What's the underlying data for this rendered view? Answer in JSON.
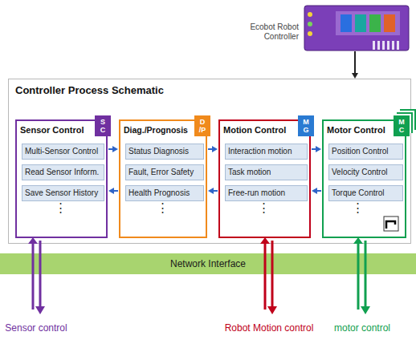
{
  "diagram": {
    "nodes": [
      {
        "text": [
          "Ecobot Robot Controller"
        ]
      },
      {
        "text": [
          "Controller Process Schematic"
        ]
      },
      {
        "text": [
          "Sensor Control"
        ],
        "in": 1
      },
      {
        "text": [
          "S C"
        ],
        "in": 2
      },
      {
        "text": [
          "Multi-Sensor Control"
        ],
        "in": 2
      },
      {
        "text": [
          "Read Sensor Inform."
        ],
        "in": 2
      },
      {
        "text": [
          "Save Sensor History"
        ],
        "in": 2
      },
      {
        "text": [
          "Diag./Prognosis"
        ],
        "in": 1
      },
      {
        "text": [
          "D /P"
        ],
        "in": 7
      },
      {
        "text": [
          "Status Diagnosis"
        ],
        "in": 7
      },
      {
        "text": [
          "Fault, Error Safety"
        ],
        "in": 7
      },
      {
        "text": [
          "Health Prognosis"
        ],
        "in": 7
      },
      {
        "text": [
          "Motion Control"
        ],
        "in": 1
      },
      {
        "text": [
          "M G"
        ],
        "in": 12
      },
      {
        "text": [
          "Interaction motion"
        ],
        "in": 12
      },
      {
        "text": [
          "Task motion"
        ],
        "in": 12
      },
      {
        "text": [
          "Free-run motion"
        ],
        "in": 12
      },
      {
        "text": [
          "Motor Control"
        ],
        "in": 1
      },
      {
        "text": [
          "M C"
        ],
        "in": 17
      },
      {
        "text": [
          "Position Control"
        ],
        "in": 17
      },
      {
        "text": [
          "Velocity Control"
        ],
        "in": 17
      },
      {
        "text": [
          "Torque Control"
        ],
        "in": 17
      },
      {
        "text": [
          "Network Interface"
        ]
      }
    ],
    "edges": [
      {
        "from": 0,
        "to": 1,
        "arrow": "to"
      },
      {
        "from": 2,
        "to": 7,
        "arrow": "to"
      },
      {
        "from": 7,
        "to": 2,
        "arrow": "to"
      },
      {
        "from": 7,
        "to": 12,
        "arrow": "to"
      },
      {
        "from": 12,
        "to": 7,
        "arrow": "to"
      },
      {
        "from": 12,
        "to": 17,
        "arrow": "to"
      },
      {
        "from": 17,
        "to": 12,
        "arrow": "to"
      }
    ],
    "labels": [
      "⋮",
      "⋮",
      "⋮",
      "⋮",
      "Sensor control",
      "Robot Motion control",
      "motor control"
    ]
  }
}
